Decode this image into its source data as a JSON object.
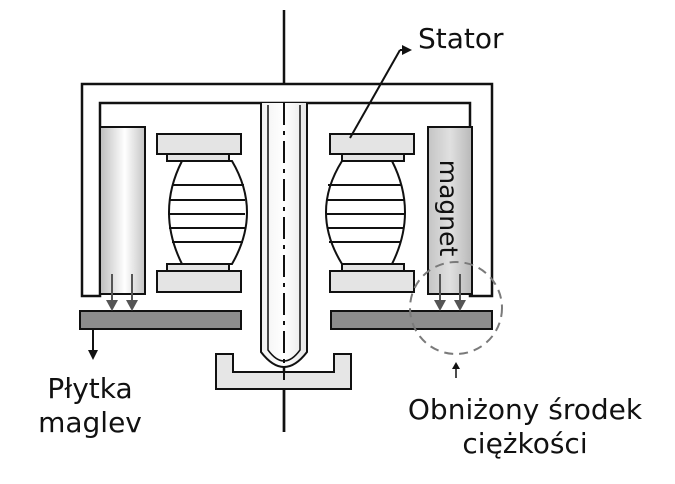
{
  "labels": {
    "stator": "Stator",
    "magnet": "magnet",
    "plate_line1": "Płytka",
    "plate_line2": "maglev",
    "cog_line1": "Obniżony środek",
    "cog_line2": "ciężkości"
  },
  "colors": {
    "line": "#111111",
    "plate": "#8c8c8c",
    "magnet_fill": "#cfcfcf",
    "core_fill": "#e4e4e4",
    "dashed_circle": "#7a7a7a",
    "background": "#ffffff"
  }
}
